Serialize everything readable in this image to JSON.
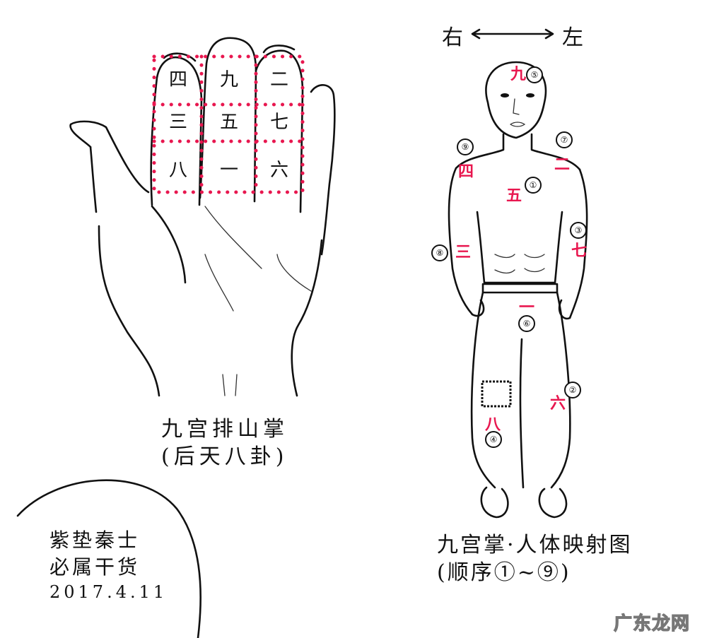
{
  "hand_diagram": {
    "grid": [
      {
        "pos": "top-left",
        "label": "四"
      },
      {
        "pos": "top-center",
        "label": "九"
      },
      {
        "pos": "top-right",
        "label": "二"
      },
      {
        "pos": "middle-left",
        "label": "三"
      },
      {
        "pos": "middle-center",
        "label": "五"
      },
      {
        "pos": "middle-right",
        "label": "七"
      },
      {
        "pos": "bottom-left",
        "label": "八"
      },
      {
        "pos": "bottom-center",
        "label": "一"
      },
      {
        "pos": "bottom-right",
        "label": "六"
      }
    ],
    "grid_color": "#e8174f",
    "caption_line1": "九宫排山掌",
    "caption_line2": "(后天八卦)"
  },
  "body_diagram": {
    "direction_label_left": "右",
    "direction_label_right": "左",
    "arrow": "⟷",
    "points": [
      {
        "name": "head",
        "label": "九",
        "order": "⑤"
      },
      {
        "name": "right-shoulder",
        "label": "四",
        "order": "⑨"
      },
      {
        "name": "left-shoulder",
        "label": "二",
        "order": "⑦"
      },
      {
        "name": "chest",
        "label": "五",
        "order": "①"
      },
      {
        "name": "right-forearm",
        "label": "三",
        "order": "⑧"
      },
      {
        "name": "left-forearm",
        "label": "七",
        "order": "③"
      },
      {
        "name": "groin",
        "label": "一",
        "order": "⑥"
      },
      {
        "name": "left-thigh",
        "label": "六",
        "order": "②"
      },
      {
        "name": "right-knee",
        "label": "八",
        "order": "④"
      }
    ],
    "label_color": "#e8174f",
    "caption_line1": "九宫掌·人体映射图",
    "caption_line2": "(顺序①~⑨)"
  },
  "signature": {
    "line1": "紫垫秦士",
    "line2": "必属干货",
    "date": "2017.4.11"
  },
  "watermark": "广东龙网"
}
